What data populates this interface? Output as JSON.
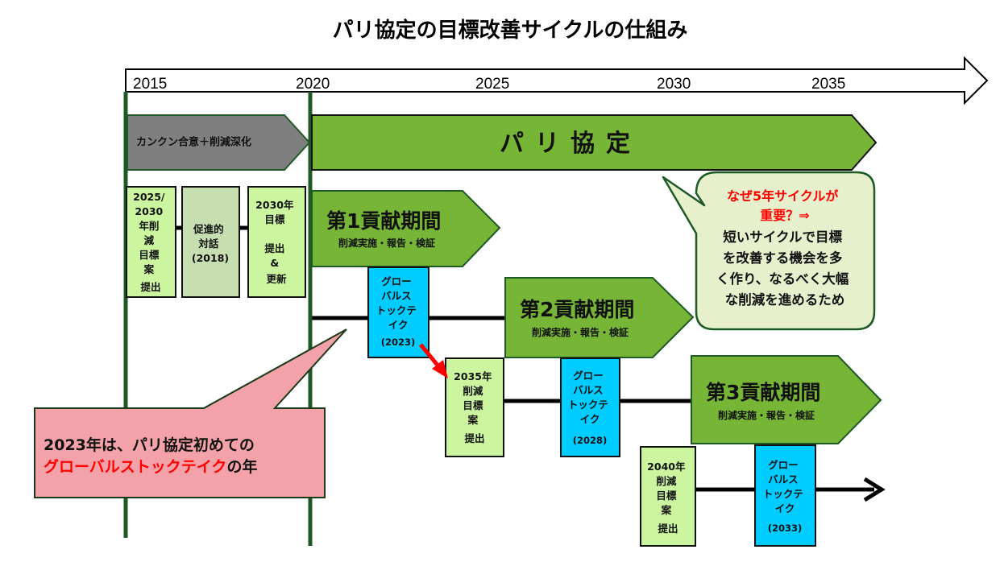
{
  "title": "パリ協定の目標改善サイクルの仕組み",
  "colors": {
    "green_bar": "#76b535",
    "green_border": "#1e5a26",
    "gray_bar": "#7f7f7f",
    "light_green_box": "#ccf5a0",
    "sage_box": "#c6deb0",
    "gst_blue": "#00ccff",
    "callout_fill": "#e6f0cc",
    "pink_fill": "#f2a2a8",
    "accent_red": "#ff0000"
  },
  "timeline": {
    "years": [
      "2015",
      "2020",
      "2025",
      "2030",
      "2035"
    ]
  },
  "phases": {
    "cancun": "カンクン合意＋削減深化",
    "paris": "パリ協定"
  },
  "pre_boxes": [
    {
      "lines": [
        "2025/",
        "2030",
        "年削",
        "減",
        "目標",
        "案",
        "提出"
      ]
    },
    {
      "lines": [
        "促進的",
        "対話",
        "(2018)"
      ]
    },
    {
      "lines": [
        "2030年",
        "目標",
        "",
        "提出",
        "&",
        "更新"
      ]
    }
  ],
  "periods": [
    {
      "title": "第1貢献期間",
      "subtitle": "削減実施・報告・検証"
    },
    {
      "title": "第2貢献期間",
      "subtitle": "削減実施・報告・検証"
    },
    {
      "title": "第3貢献期間",
      "subtitle": "削減実施・報告・検証"
    }
  ],
  "global_stocktakes": [
    {
      "lines": [
        "グロー",
        "バルス",
        "トックテ",
        "イク"
      ],
      "year": "(2023)"
    },
    {
      "lines": [
        "グロー",
        "バルス",
        "トックテ",
        "イク"
      ],
      "year": "(2028)"
    },
    {
      "lines": [
        "グロー",
        "バルス",
        "トックテ",
        "イク"
      ],
      "year": "(2033)"
    }
  ],
  "target_submissions": [
    {
      "lines": [
        "2035年",
        "削減",
        "目標",
        "案",
        "提出"
      ]
    },
    {
      "lines": [
        "2040年",
        "削減",
        "目標",
        "案",
        "提出"
      ]
    }
  ],
  "callout_why": {
    "question_lines": [
      "なぜ5年サイクルが",
      "重要？⇒"
    ],
    "answer_lines": [
      "短いサイクルで目標",
      "を改善する機会を多",
      "く作り、なるべく大幅",
      "な削減を進めるため"
    ]
  },
  "callout_2023": {
    "line1": "2023年は、パリ協定初めての",
    "line2_red": "グローバルストックテイク",
    "line2_black": "の年"
  }
}
